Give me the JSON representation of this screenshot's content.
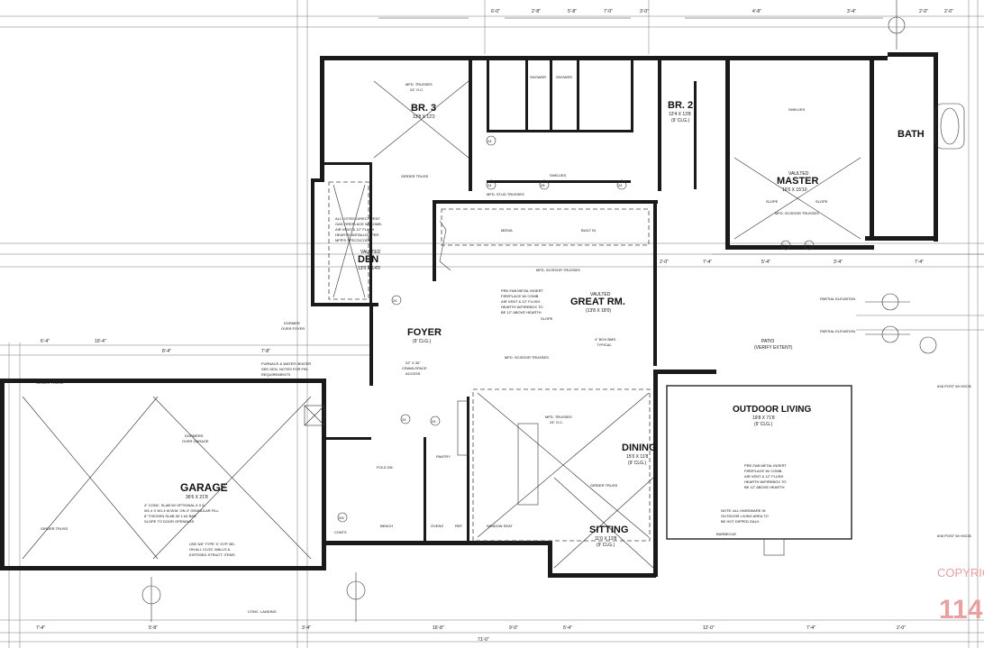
{
  "rooms": {
    "br3": {
      "name": "BR. 3",
      "size": "13'8 X 12'2"
    },
    "br2": {
      "name": "BR. 2",
      "size": "12'4 X 13'8",
      "ceiling": "(9' CLG.)"
    },
    "bath": {
      "name": "BATH"
    },
    "master": {
      "vaulted": "VAULTED",
      "name": "MASTER",
      "size": "16'0 X 15'10"
    },
    "den": {
      "vaulted": "VAULTED",
      "name": "DEN",
      "size": "13'0 X 14'0"
    },
    "foyer": {
      "name": "FOYER",
      "ceiling": "(9' CLG.)"
    },
    "great_rm": {
      "vaulted": "VAULTED",
      "name": "GREAT RM.",
      "size": "(13'8 X 18'0)"
    },
    "garage": {
      "name": "GARAGE",
      "size": "36'6 X 21'8"
    },
    "dining": {
      "name": "DINING",
      "size": "15'0 X 11'8",
      "ceiling": "(9' CLG.)"
    },
    "outdoor_living": {
      "name": "OUTDOOR LIVING",
      "size": "19'8 X 71'8",
      "ceiling": "(9' CLG.)"
    },
    "sitting": {
      "name": "SITTING",
      "size": "11'0 X 13'8",
      "ceiling": "(9' CLG.)"
    },
    "patio": {
      "name": "PATIO",
      "note": "(VERIFY EXTENT)"
    }
  },
  "notes": {
    "den_fireplace": [
      "ALL LISTED DIRECT VENT",
      "GAS FIREPLACE W/ COMB.",
      "AIR VENT & 12\" FLUSH",
      "HEARTH INSTALLED PER",
      "MFR'S SPECS/CODE"
    ],
    "great_fireplace": [
      "PRE-FAB METAL INSERT",
      "FIREPLACE W/ COMB.",
      "AIR VENT & 12\" FLUSH",
      "HEARTH W/FIREBOX TO",
      "BE 12\" ABOVE HEARTH"
    ],
    "outdoor_fireplace": [
      "PRE-FAB METAL INSERT",
      "FIREPLACE W/ COMB.",
      "AIR VENT & 12\" FLUSH",
      "HEARTH W/FIREBOX TO",
      "BE 12\" ABOVE HEARTH"
    ],
    "garage_slab": [
      "4\" CONC. SLAB W/ OPTIONAL 6 X 6",
      "W1.4 X W1.4 W.W.M. ON 4\" GRANULAR FILL",
      "6\" THICKEN SLAB W/ 1 #4 BAR",
      "SLOPE TO DOOR OPENINGS"
    ],
    "garage_type_x": [
      "USE 5/8\" TYPE 'X' GYP. BD.",
      "ON ALL CLGS. WALLS &",
      "EXPOSED STRUCT. ITEMS"
    ],
    "outdoor_hardware": [
      "NOTE: ALL HARDWARE IN",
      "OUTDOOR LIVING AREA TO",
      "BE HOT DIPPED GALV."
    ],
    "furnace": [
      "FURNACE & WATER HEATER",
      "SEE GEN. NOTES FOR FIN.",
      "REQUIREMENTS"
    ],
    "box_beams": [
      "4\" BOX BMS.",
      "TYPICAL"
    ],
    "dormers_garage": [
      "DORMERS",
      "OVER GARAGE"
    ],
    "dormer_foyer": [
      "DORMER",
      "OVER FOYER"
    ],
    "crawl": [
      "22\" X 30\"",
      "CRAWLSPACE",
      "ACCESS"
    ]
  },
  "labels": {
    "mfd_stud_trusses": "MFD. STUD TRUSSES",
    "mfd_scissor_trusses": "MFD. SCISSOR TRUSSES",
    "mfd_trusses": "MFD. TRUSSES",
    "trusses_oc": "24\" O.C.",
    "girder_truss": "GIRDER TRUSS",
    "slope": "SLOPE",
    "partial_elevation": "PARTIAL ELEVATION",
    "shelves": "SHELVES",
    "shower": "SHOWER",
    "media": "MEDIA",
    "built_ins": "BUILT IN",
    "bench": "BENCH",
    "coats": "COATS",
    "pantry": "PANTRY",
    "ovens": "OVENS",
    "ref": "REF.",
    "window_seat": "WINDOW SEAT",
    "barbecue": "BARBECUE",
    "fold_dn": "FOLD DN.",
    "conc_landing": "CONC. LANDING",
    "post": "6X6 POST W/ HGCB"
  },
  "dimensions": {
    "top": [
      "6'-0\"",
      "2'-8\"",
      "5'-8\"",
      "7'-0\"",
      "3'-0\"",
      "4'-8\"",
      "3'-4\"",
      "2'-0\"",
      "2'-0\""
    ],
    "bottom": [
      "7'-4\"",
      "5'-8\"",
      "3'-4\"",
      "16'-8\"",
      "9'-0\"",
      "5'-4\"",
      "12'-0\"",
      "7'-4\"",
      "2'-0\""
    ],
    "total": "71'-0\"",
    "mid_left": [
      "6'-4\"",
      "10'-4\"",
      "8'-4\"",
      "7'-8\""
    ],
    "mid_right": [
      "2'-0\"",
      "7'-4\"",
      "5'-4\"",
      "3'-4\"",
      "7'-4\""
    ]
  },
  "circle_tags": [
    "24",
    "28",
    "2/6"
  ],
  "stamp": {
    "title": "COPYRIG",
    "page": "114"
  },
  "colors": {
    "line": "#1a1a1a",
    "paper": "#ffffff",
    "stamp": "#e8a0a0"
  }
}
